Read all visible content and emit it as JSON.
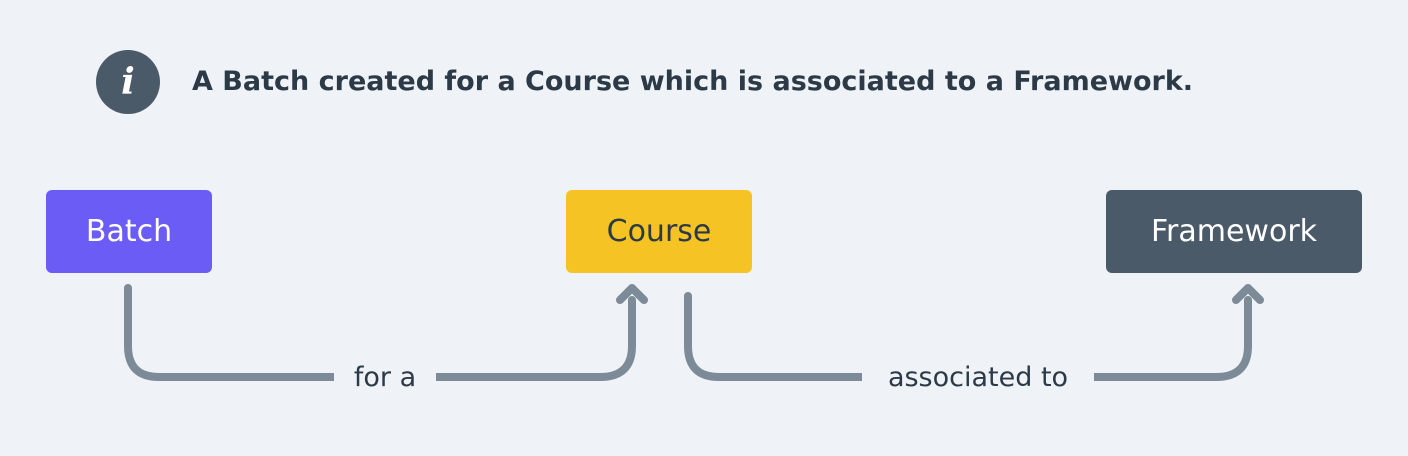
{
  "header": {
    "icon": "info-icon",
    "icon_glyph": "i",
    "text": "A Batch created for a Course which is associated to a Framework."
  },
  "nodes": [
    {
      "id": "batch",
      "label": "Batch",
      "color": "#6b5cf6",
      "text_color": "#ffffff"
    },
    {
      "id": "course",
      "label": "Course",
      "color": "#f6c324",
      "text_color": "#2c3a47"
    },
    {
      "id": "framework",
      "label": "Framework",
      "color": "#4a5a68",
      "text_color": "#ffffff"
    }
  ],
  "edges": [
    {
      "from": "batch",
      "to": "course",
      "label": "for a"
    },
    {
      "from": "course",
      "to": "framework",
      "label": "associated to"
    }
  ],
  "colors": {
    "background": "#eff2f6",
    "edge": "#7d8a97",
    "text": "#2c3a47"
  }
}
